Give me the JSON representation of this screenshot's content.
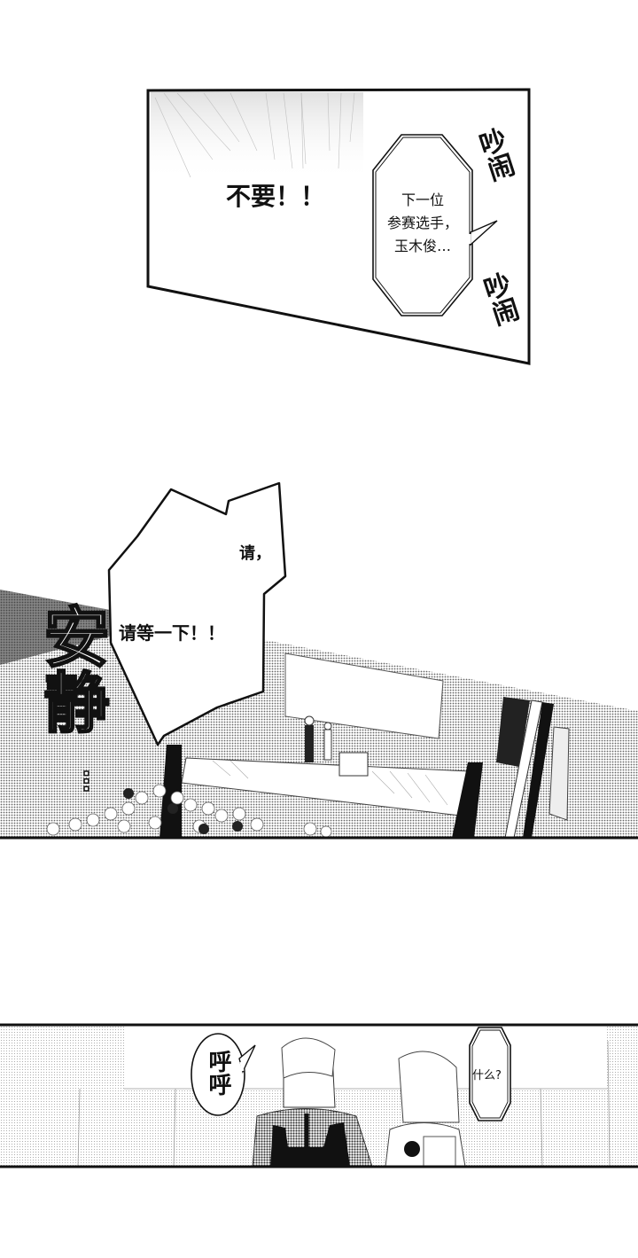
{
  "page": {
    "type": "manga page",
    "panel_count": 3
  },
  "panel1": {
    "shout": "不要！！",
    "announcer_bubble": {
      "lines": [
        "下一位",
        "参赛选手，",
        "玉木俊…"
      ]
    },
    "sfx_top": "吵闹",
    "sfx_bottom": "吵闹"
  },
  "panel2": {
    "bubble": {
      "line1": "请，",
      "line2": "请等一下！！"
    },
    "sfx": "安静",
    "sfx_dots": "…"
  },
  "panel3": {
    "left_bubble": "呼呼",
    "right_bubble": "什么?"
  }
}
